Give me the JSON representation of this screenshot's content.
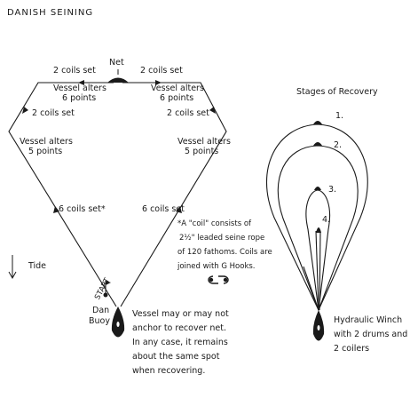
{
  "title": "DANISH SEINING",
  "net_label": "Net",
  "coils_top_left": "2 coils set",
  "coils_top_right": "2 coils set",
  "coils_left_upper": "2 coils set",
  "coils_right_upper": "2 coils set",
  "vessel_alters_6_left": [
    "Vessel alters",
    "6 points"
  ],
  "vessel_alters_6_right": [
    "Vessel alters",
    "6 points"
  ],
  "vessel_alters_5_left": [
    "Vessel alters",
    "5 points"
  ],
  "vessel_alters_5_right": [
    "Vessel alters",
    "5 points"
  ],
  "coils_left_lower": "6 coils set*",
  "coils_right_lower": "6 coils set",
  "footnote": [
    "*A \"coil\" consists of",
    "2½\" leaded seine rope",
    "of 120 fathoms. Coils are",
    "joined with G Hooks."
  ],
  "tide_label": "Tide",
  "start_label": "START",
  "dan_buoy_label": [
    "Dan",
    "Buoy"
  ],
  "anchor_note": [
    "Vessel may or may not",
    "anchor to recover net.",
    "In any case, it remains",
    "about the same spot",
    "when recovering."
  ],
  "stages_title": "Stages of Recovery",
  "stage_numbers": [
    "1.",
    "2.",
    "3.",
    "4."
  ],
  "winch_note": [
    "Hydraulic Winch",
    "with 2 drums and",
    "2 coilers"
  ],
  "colors": {
    "ink": "#1a1a1a",
    "paper": "#ffffff"
  }
}
